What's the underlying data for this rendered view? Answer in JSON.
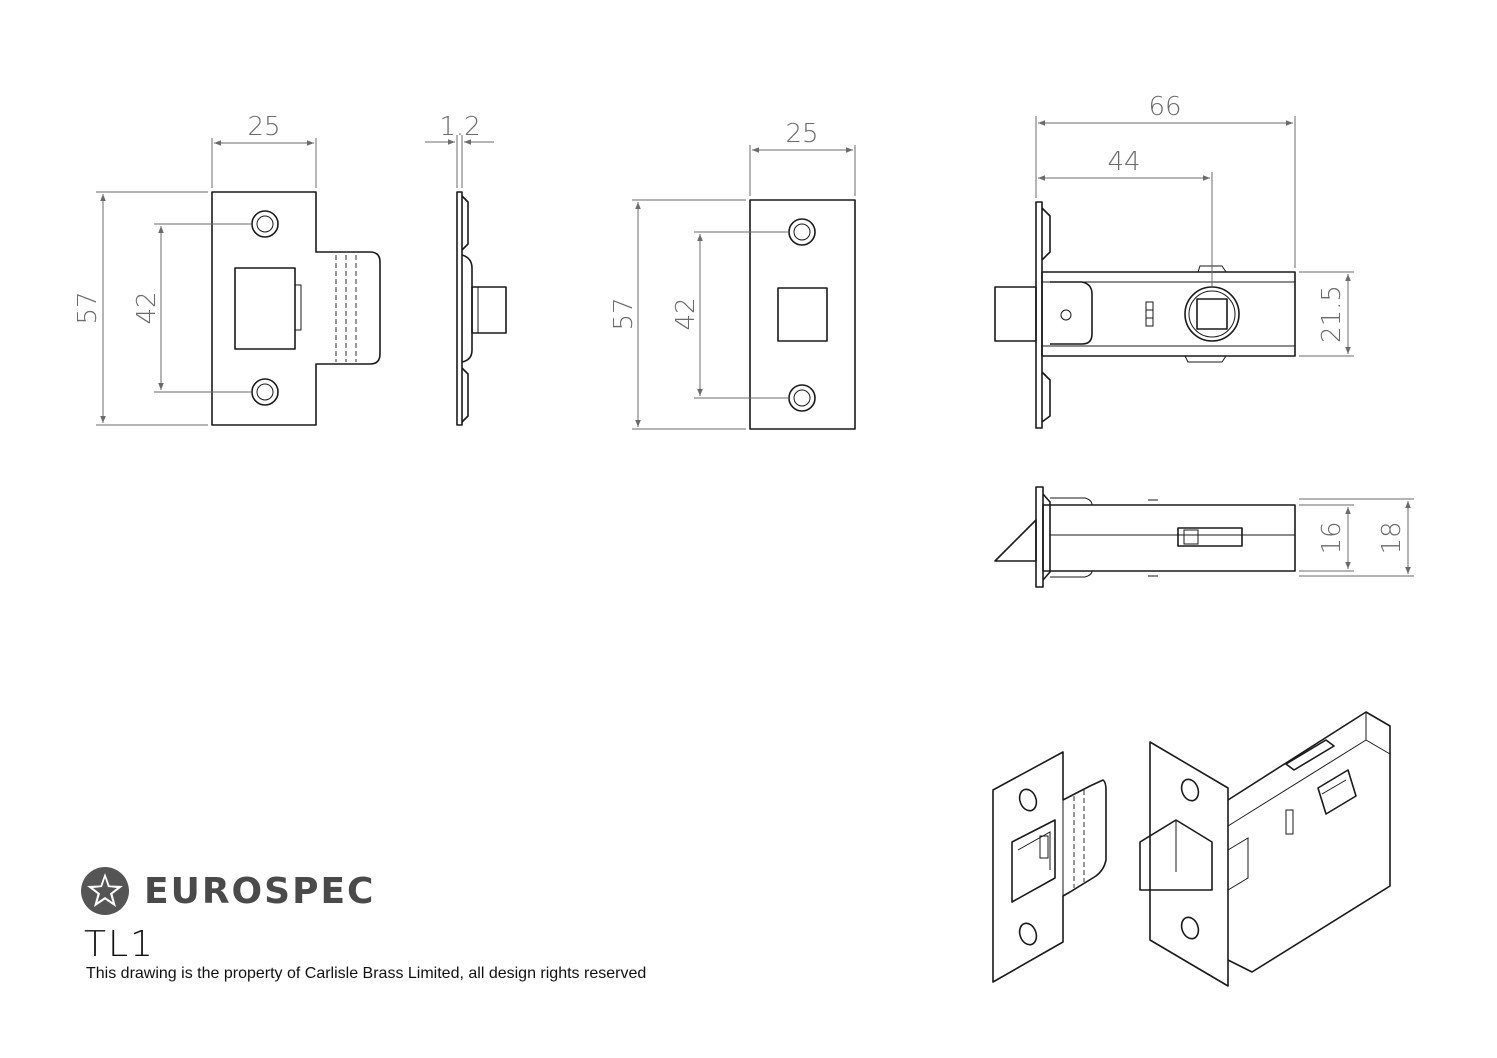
{
  "title_block": {
    "brand": "EUROSPEC",
    "model": "TL1",
    "notice": "This drawing is the property of Carlisle Brass Limited, all design rights reserved",
    "logo_icon": "star-in-circle-icon"
  },
  "dimensions": {
    "keep_width": "25",
    "keep_height": "57",
    "keep_hole_centres": "42",
    "keep_thickness": "1.2",
    "forend_width": "25",
    "forend_height": "57",
    "forend_hole_centres": "42",
    "latch_depth": "66",
    "backset": "44",
    "case_height": "21.5",
    "case_thickness": "16",
    "bolt_thickness": "18"
  },
  "colors": {
    "outline": "#1a1a1a",
    "dimension": "#6b6b6b",
    "brand": "#4a4a4a"
  }
}
